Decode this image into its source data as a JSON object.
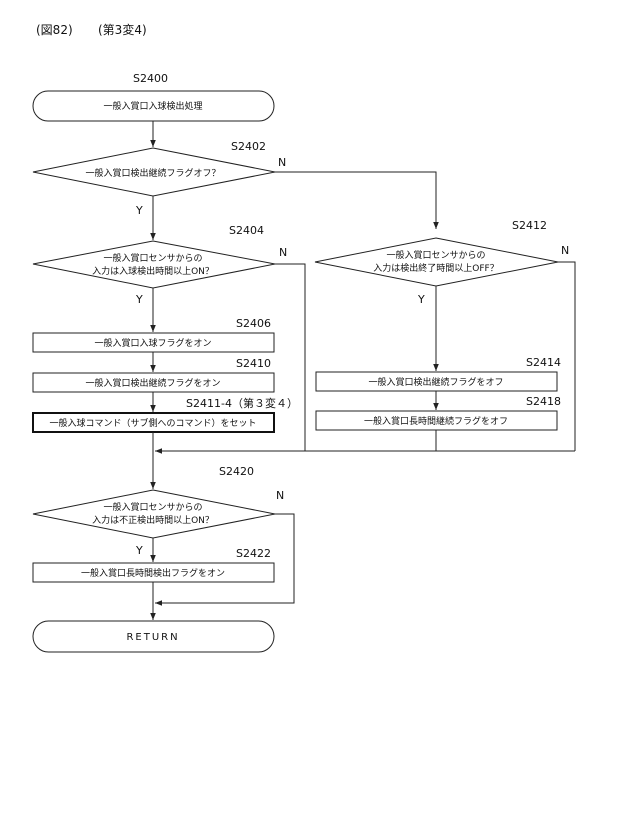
{
  "header": {
    "figure": "(図82)",
    "variant": "(第3変4)"
  },
  "steps": {
    "start": {
      "id": "S2400",
      "text": "一般入賞口入球検出処理"
    },
    "d2402": {
      "id": "S2402",
      "text": "一般入賞口検出継続フラグオフ？"
    },
    "d2404": {
      "id": "S2404",
      "line1": "一般入賞口センサからの",
      "line2": "入力は入球検出時間以上ON？"
    },
    "p2406": {
      "id": "S2406",
      "text": "一般入賞口入球フラグをオン"
    },
    "p2410": {
      "id": "S2410",
      "text": "一般入賞口検出継続フラグをオン"
    },
    "p2411": {
      "id": "S2411-4（第３変４）",
      "text": "一般入球コマンド（サブ側へのコマンド）をセット"
    },
    "d2412": {
      "id": "S2412",
      "line1": "一般入賞口センサからの",
      "line2": "入力は検出終了時間以上OFF？"
    },
    "p2414": {
      "id": "S2414",
      "text": "一般入賞口検出継続フラグをオフ"
    },
    "p2418": {
      "id": "S2418",
      "text": "一般入賞口長時間継続フラグをオフ"
    },
    "d2420": {
      "id": "S2420",
      "line1": "一般入賞口センサからの",
      "line2": "入力は不正検出時間以上ON？"
    },
    "p2422": {
      "id": "S2422",
      "text": "一般入賞口長時間検出フラグをオン"
    },
    "end": {
      "text": "RETURN"
    }
  },
  "branch_labels": {
    "yes": "Y",
    "no": "N"
  }
}
